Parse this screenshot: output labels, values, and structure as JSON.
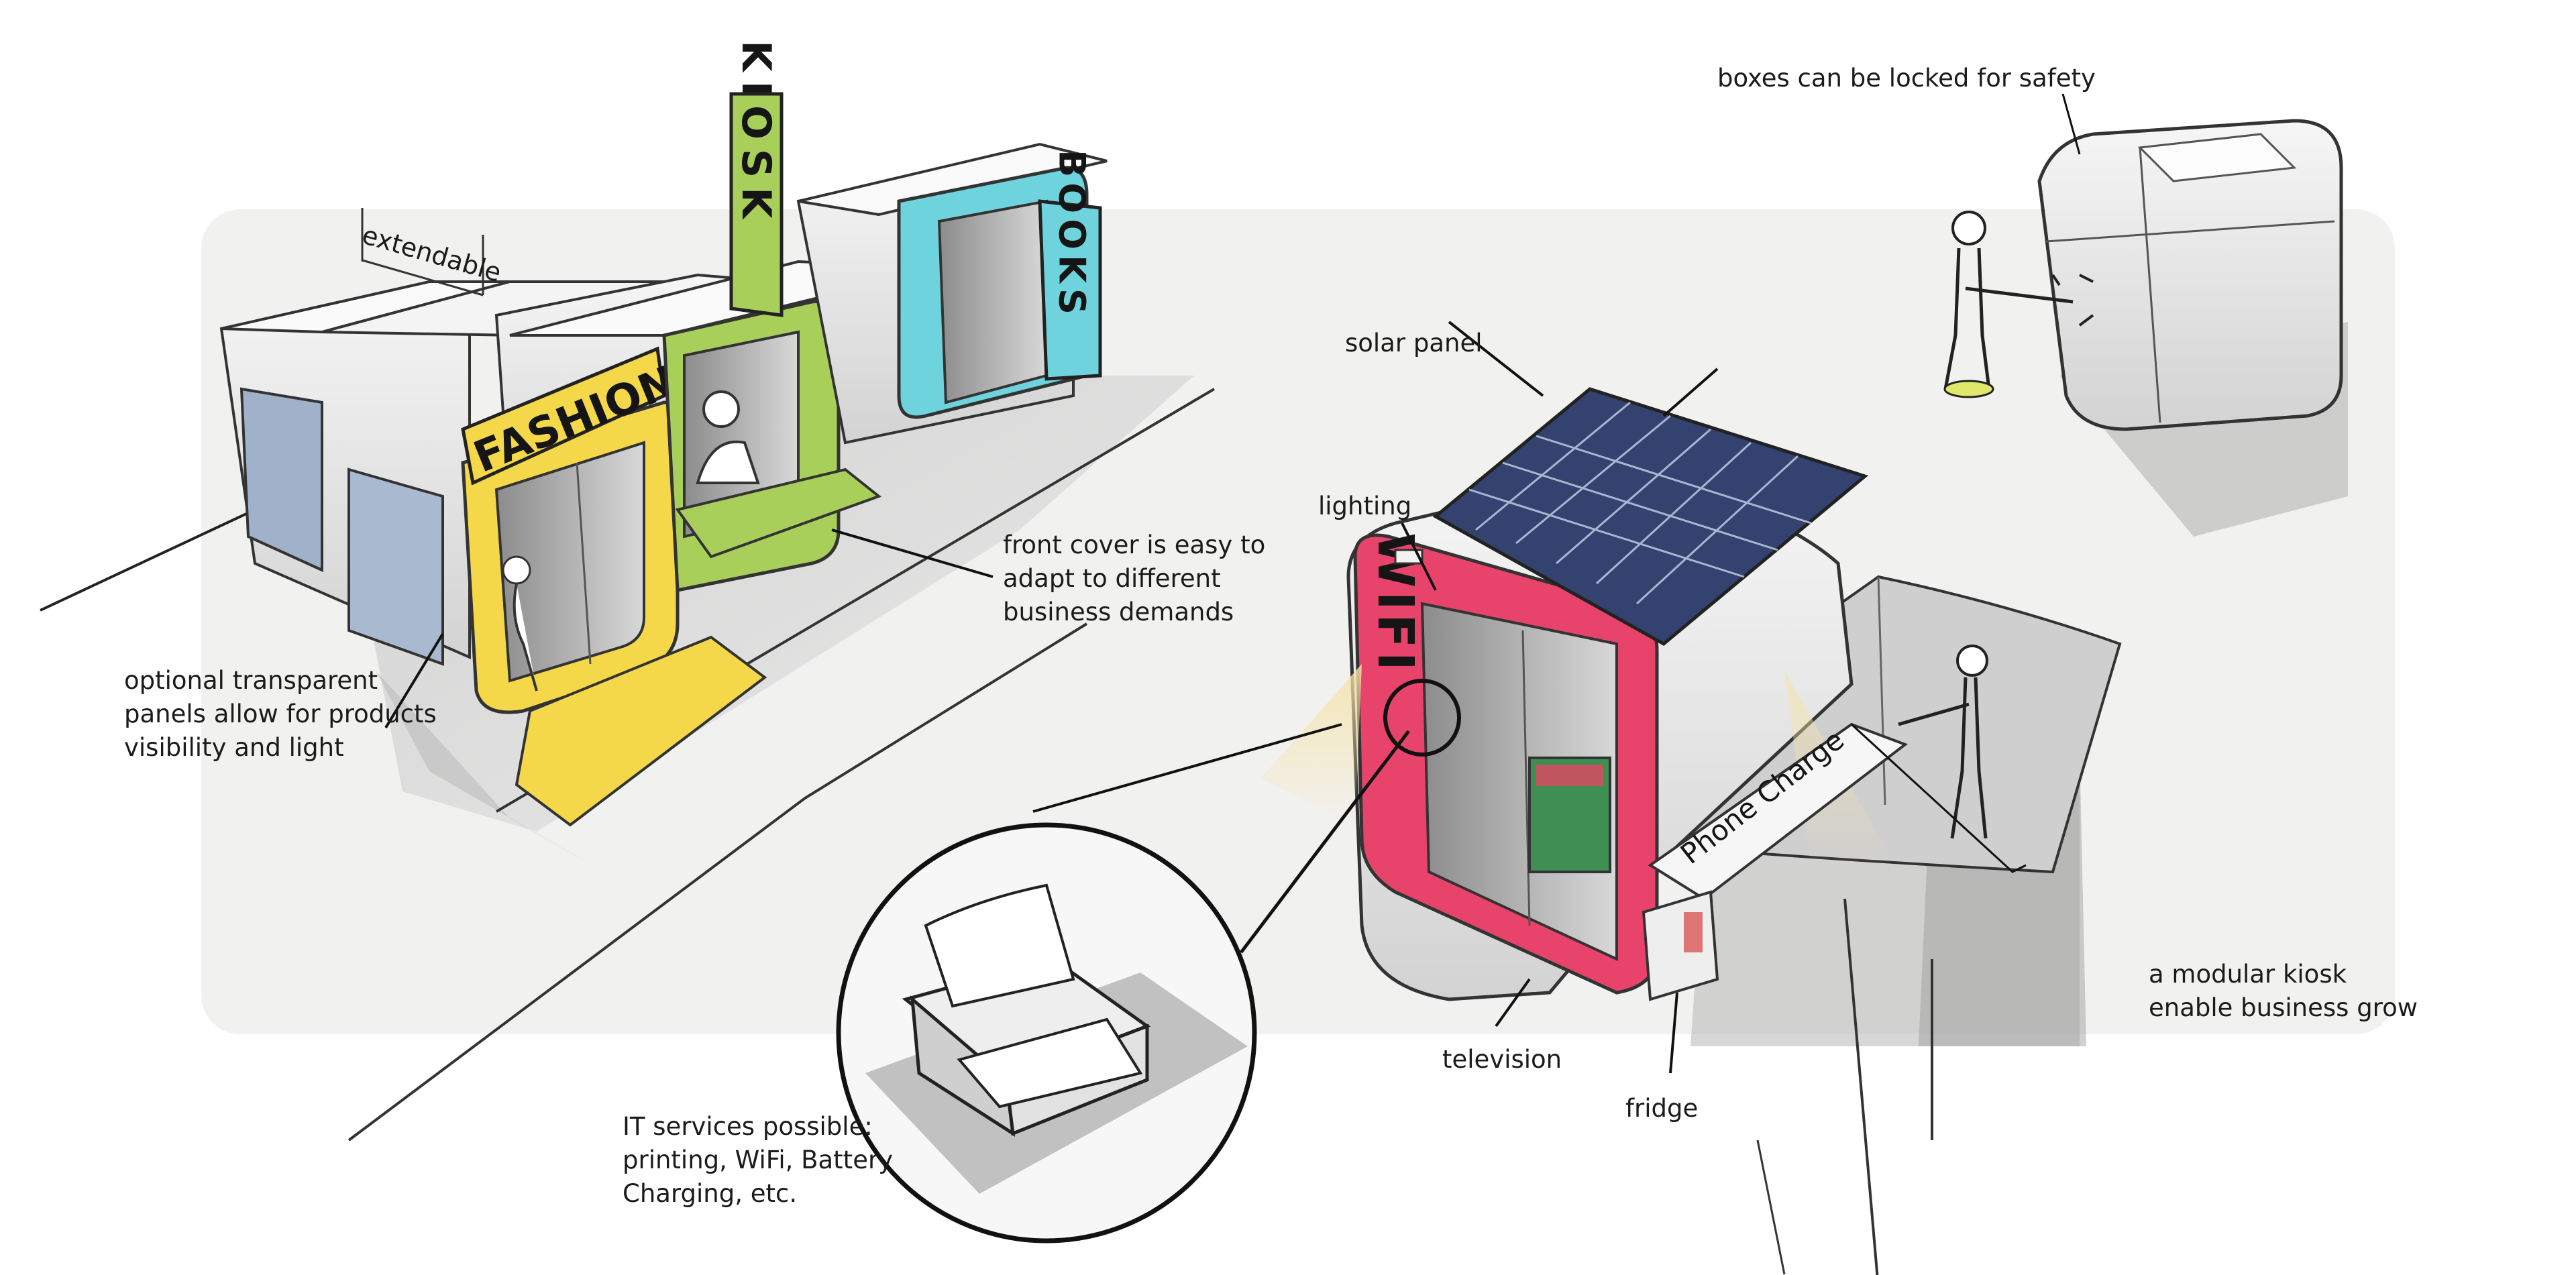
{
  "annotations": {
    "extendable": "extendable",
    "boxes_locked": "boxes can be locked for safety",
    "solar_panel": "solar panel",
    "lighting": "lighting",
    "front_cover": [
      "front cover is easy to",
      "adapt to different",
      "business demands"
    ],
    "transparent_panels": [
      "optional transparent",
      "panels allow for products",
      "visibility and light"
    ],
    "modular_kiosk": [
      "a modular kiosk",
      "enable business grow"
    ],
    "television": "television",
    "fridge": "fridge",
    "it_services": [
      "IT services possible:",
      "printing, WiFi, Battery",
      "Charging, etc."
    ]
  },
  "signs": {
    "fashion": "FASHION",
    "kiosk": "KIOSK",
    "books": "BOOKS",
    "wifi": "WIFI",
    "phone_charge": "Phone Charge"
  },
  "colors": {
    "fashion_yellow": "#f5d84a",
    "kiosk_green": "#a8cf5a",
    "books_cyan": "#6fd3de",
    "wifi_pink": "#e8436a",
    "solar_blue": "#33426e",
    "backdrop_grey": "#f1f1ef"
  }
}
